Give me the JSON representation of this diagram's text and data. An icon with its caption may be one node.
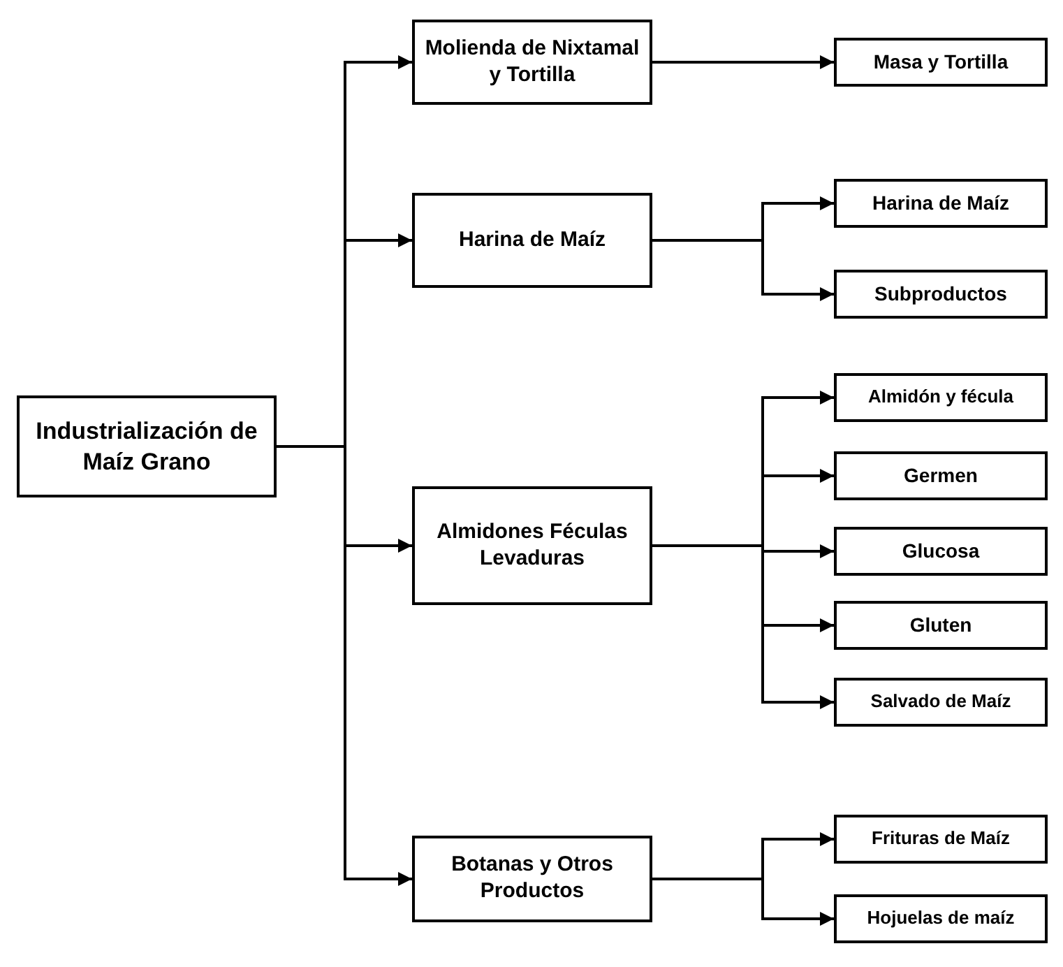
{
  "diagram": {
    "nodes": [
      {
        "text": [
          "Industrialización de Maíz Grano"
        ]
      },
      {
        "text": [
          "Molienda de Nixtamal y Tortilla"
        ]
      },
      {
        "text": [
          "Masa y Tortilla"
        ]
      },
      {
        "text": [
          "Harina de Maíz"
        ]
      },
      {
        "text": [
          "Harina de Maíz"
        ]
      },
      {
        "text": [
          "Subproductos"
        ]
      },
      {
        "text": [
          "Almidones Féculas Levaduras"
        ]
      },
      {
        "text": [
          "Almidón y fécula"
        ]
      },
      {
        "text": [
          "Germen"
        ]
      },
      {
        "text": [
          "Glucosa"
        ]
      },
      {
        "text": [
          "Gluten"
        ]
      },
      {
        "text": [
          "Salvado de Maíz"
        ]
      },
      {
        "text": [
          "Botanas y Otros Productos"
        ]
      },
      {
        "text": [
          "Frituras de Maíz"
        ]
      },
      {
        "text": [
          "Hojuelas de maíz"
        ]
      }
    ],
    "edges": [
      {
        "from": 0,
        "to": 1,
        "arrow": "to"
      },
      {
        "from": 0,
        "to": 3,
        "arrow": "to"
      },
      {
        "from": 0,
        "to": 6,
        "arrow": "to"
      },
      {
        "from": 0,
        "to": 12,
        "arrow": "to"
      },
      {
        "from": 1,
        "to": 2,
        "arrow": "to"
      },
      {
        "from": 3,
        "to": 4,
        "arrow": "to"
      },
      {
        "from": 3,
        "to": 5,
        "arrow": "to"
      },
      {
        "from": 6,
        "to": 7,
        "arrow": "to"
      },
      {
        "from": 6,
        "to": 8,
        "arrow": "to"
      },
      {
        "from": 6,
        "to": 9,
        "arrow": "to"
      },
      {
        "from": 6,
        "to": 10,
        "arrow": "to"
      },
      {
        "from": 6,
        "to": 11,
        "arrow": "to"
      },
      {
        "from": 12,
        "to": 13,
        "arrow": "to"
      },
      {
        "from": 12,
        "to": 14,
        "arrow": "to"
      }
    ]
  }
}
